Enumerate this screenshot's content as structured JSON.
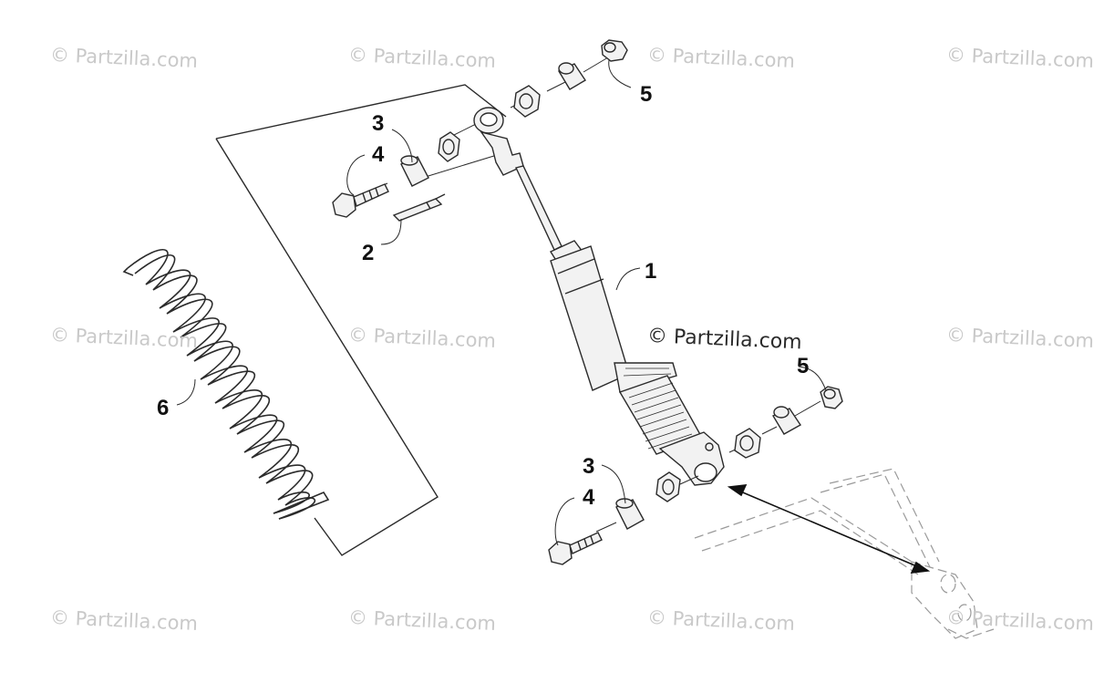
{
  "watermark_text": "© Partzilla.com",
  "center_watermark_text": "© Partzilla.com",
  "callouts": {
    "shock_absorber": "1",
    "pin": "2",
    "bushing_upper": "3",
    "bolt_upper": "4",
    "bushing_lower": "3",
    "bolt_lower": "4",
    "nut_upper": "5",
    "nut_lower": "5",
    "spring": "6"
  },
  "colors": {
    "line": "#2b2b2b",
    "part_fill": "#f2f2f2",
    "phantom": "#9a9a9a",
    "watermark": "#c9c9c9"
  }
}
